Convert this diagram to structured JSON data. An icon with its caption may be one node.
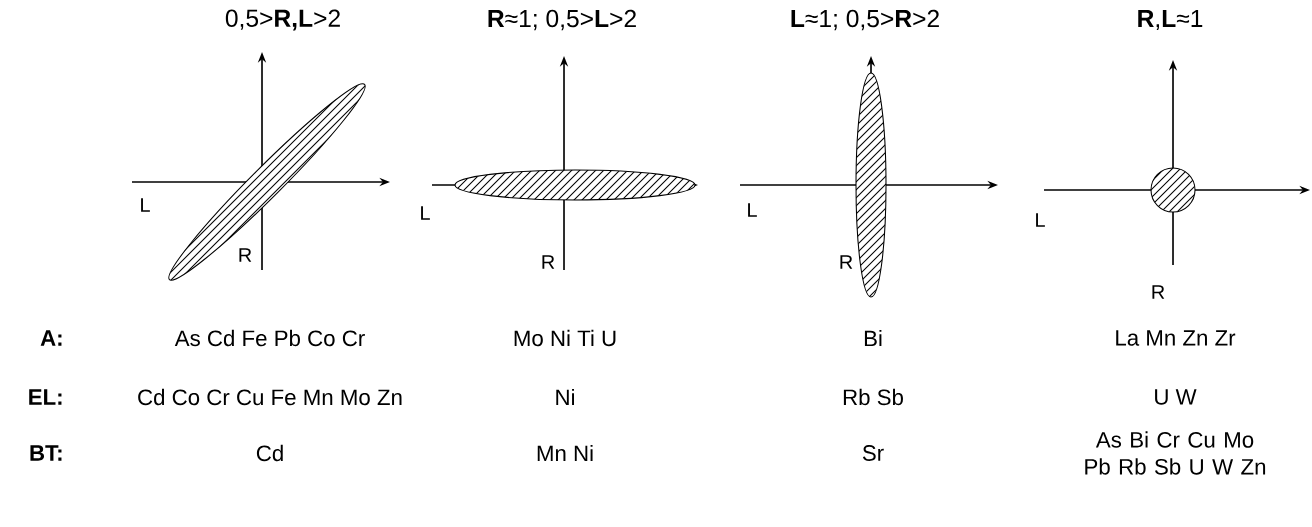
{
  "diagram": {
    "labels": [
      "0,5>**R,L**>2",
      "**R**≈1; 0,5>**L**>2",
      "**L**≈1; 0,5>**R**>2",
      "**R**,**L**≈1",
      "L",
      "L",
      "L",
      "L",
      "R",
      "R",
      "R",
      "R",
      "A:",
      "As Cd Fe Pb Co Cr",
      "Mo Ni Ti U",
      "Bi",
      "La Mn Zn Zr",
      "EL:",
      "Cd Co Cr Cu Fe Mn Mo Zn",
      "Ni",
      "Rb Sb",
      "U W",
      "BT:",
      "Cd",
      "Mn Ni",
      "Sr",
      "As Bi Cr Cu Mo Pb Rb Sb U W Zn"
    ]
  }
}
